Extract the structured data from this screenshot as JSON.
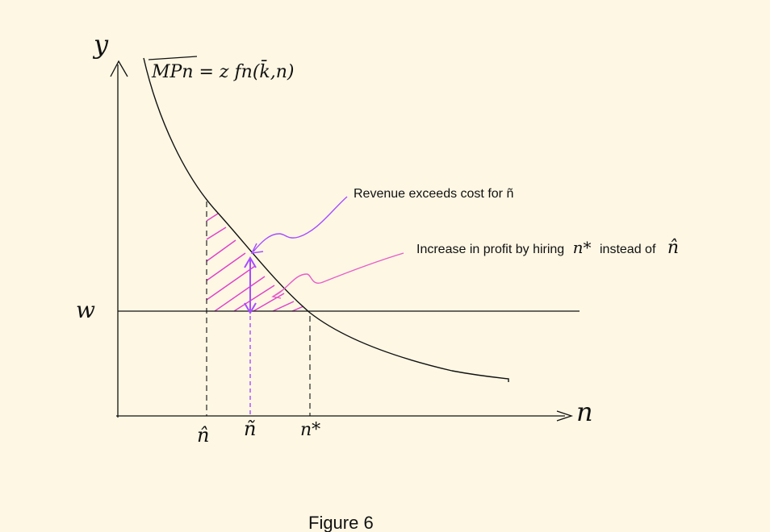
{
  "figure": {
    "caption": "Figure 6",
    "y_axis_label": "y",
    "x_axis_label": "n",
    "wage_label": "w",
    "curve_label": "MPn = z fn(k̄,n)",
    "tick_labels": {
      "n_hat": "n̂",
      "n_tilde": "ñ",
      "n_star": "n*"
    },
    "annotations": {
      "revenue": "Revenue exceeds cost for ñ",
      "profit_prefix": "Increase in profit by hiring",
      "profit_mid_symbol": "n*",
      "profit_middle": "instead of",
      "profit_end_symbol": "n̂"
    }
  },
  "colors": {
    "background": "#fdf7e4",
    "ink": "#111111",
    "hatch": "#e040c8",
    "purple": "#a64dff",
    "pink": "#e85cc8"
  }
}
